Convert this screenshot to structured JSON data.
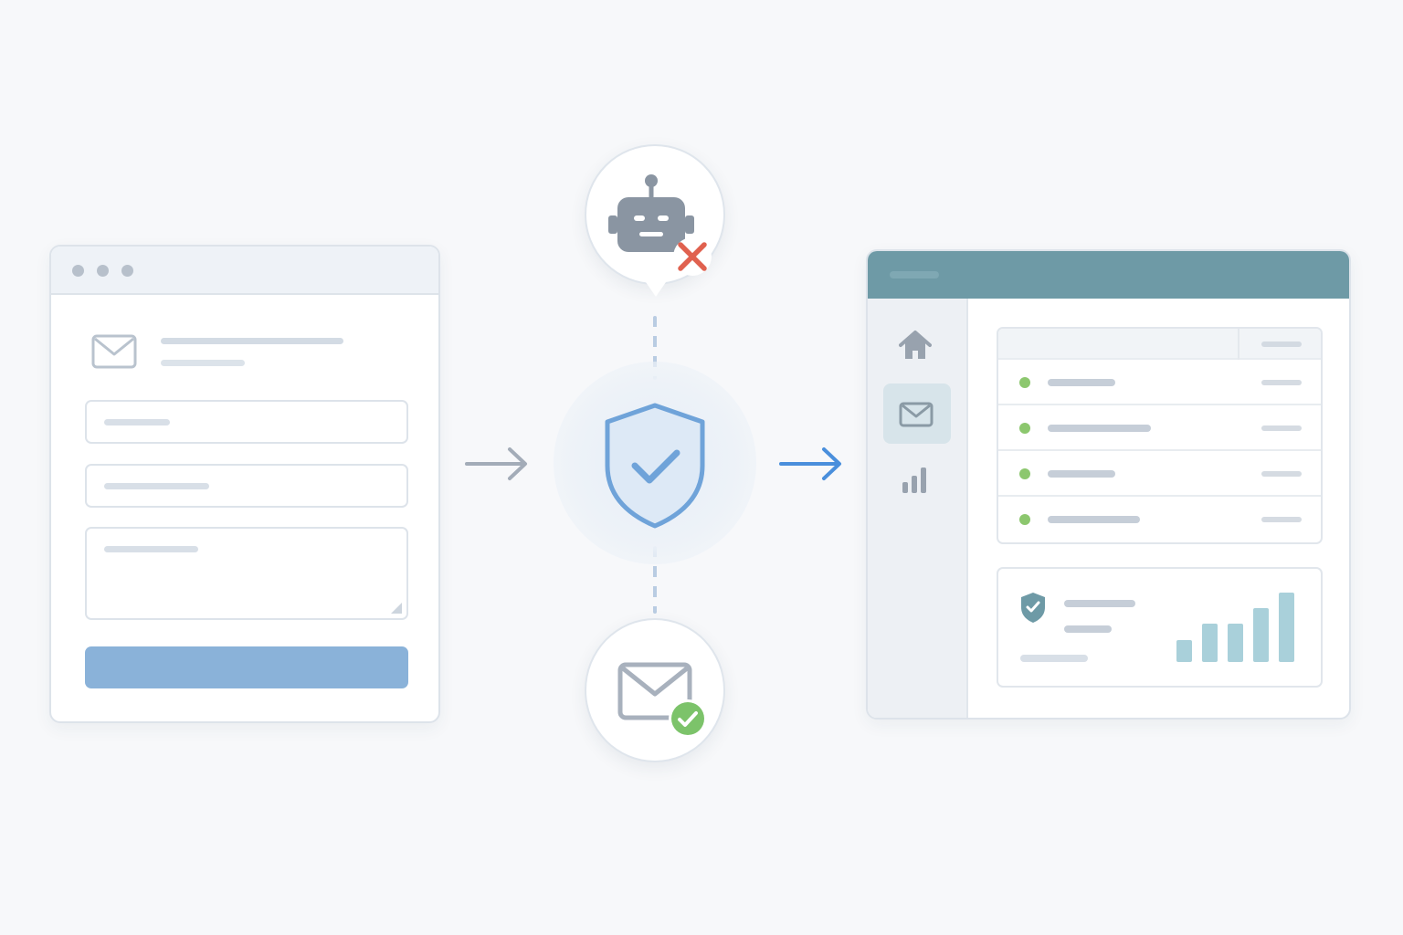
{
  "flow": {
    "steps": [
      "contact-form",
      "spam-verification",
      "dashboard"
    ]
  },
  "verification": {
    "blocked": "bot",
    "passed": "email"
  },
  "dashboard": {
    "sidebar": [
      "home-icon",
      "mail-icon",
      "chart-icon"
    ],
    "active_item": "mail-icon",
    "message_rows": 4,
    "bar_levels": [
      0.32,
      0.55,
      0.55,
      0.78,
      1.0
    ]
  },
  "colors": {
    "primary_blue": "#4a8fdc",
    "submit_blue": "#8ab2d9",
    "shield_blue": "#6fa3d9",
    "reject_red": "#e0614f",
    "approve_green": "#7cc36a",
    "header_teal": "#6e9aa6",
    "bar_teal": "#a9d0da"
  }
}
